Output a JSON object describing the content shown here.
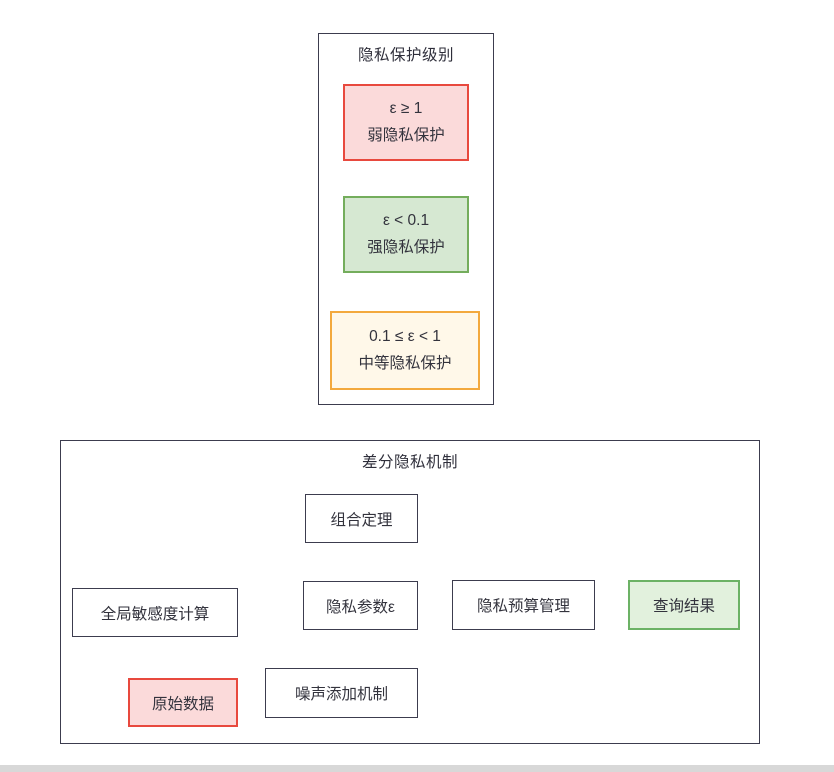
{
  "privacy_levels": {
    "title": "隐私保护级别",
    "items": [
      {
        "range": "ε ≥ 1",
        "label": "弱隐私保护",
        "bg": "#fbdada",
        "border": "#e8493e"
      },
      {
        "range": "ε < 0.1",
        "label": "强隐私保护",
        "bg": "#d6e8d2",
        "border": "#74ad5c"
      },
      {
        "range": "0.1 ≤ ε < 1",
        "label": "中等隐私保护",
        "bg": "#fff8e9",
        "border": "#f3a93d"
      }
    ]
  },
  "mechanism": {
    "title": "差分隐私机制",
    "nodes": {
      "composition": {
        "label": "组合定理"
      },
      "sensitivity": {
        "label": "全局敏感度计算"
      },
      "epsilon": {
        "label": "隐私参数ε"
      },
      "raw_data": {
        "label": "原始数据",
        "bg": "#fbdada",
        "border": "#e8493e"
      },
      "noise": {
        "label": "噪声添加机制"
      },
      "budget": {
        "label": "隐私预算管理"
      },
      "result": {
        "label": "查询结果",
        "bg": "#e2f1dd",
        "border": "#6cb265"
      }
    },
    "edges": [
      {
        "from": "composition",
        "to": "budget"
      },
      {
        "from": "epsilon",
        "to": "budget"
      },
      {
        "from": "noise",
        "to": "budget"
      },
      {
        "from": "sensitivity",
        "to": "noise"
      },
      {
        "from": "raw_data",
        "to": "noise"
      },
      {
        "from": "budget",
        "to": "result"
      }
    ]
  },
  "colors": {
    "outline": "#3c3c4e",
    "arrow": "#2e2e38",
    "text": "#33333d"
  }
}
